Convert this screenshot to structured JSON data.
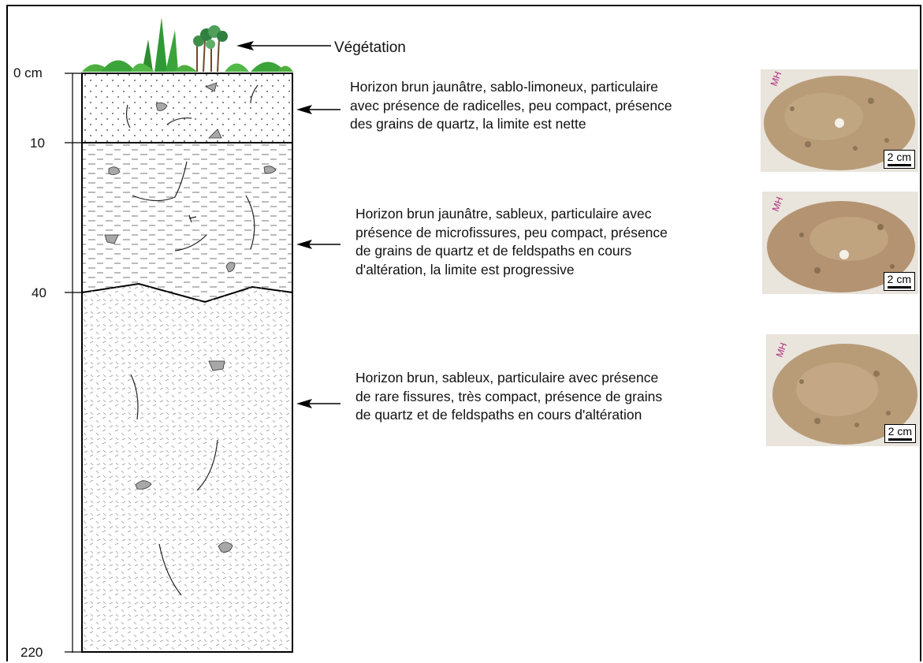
{
  "vegetation_label": "Végétation",
  "depths": {
    "d0": "0 cm",
    "d10": "10",
    "d40": "40",
    "d220": "220"
  },
  "horizons": [
    {
      "lines": [
        "Horizon brun jaunâtre, sablo-limoneux, particulaire",
        "avec présence de radicelles, peu compact, présence",
        "des grains de quartz, la limite est nette"
      ],
      "scale": "2 cm"
    },
    {
      "lines": [
        "Horizon brun jaunâtre, sableux, particulaire avec",
        "présence de microfissures, peu compact, présence",
        "de grains de quartz et de feldspaths en cours",
        "d'altération, la limite est progressive"
      ],
      "scale": "2 cm"
    },
    {
      "lines": [
        "Horizon brun, sableux, particulaire avec présence",
        "de rare fissures, très compact, présence de grains",
        "de quartz et de feldspaths en cours d'altération"
      ],
      "scale": "2 cm"
    }
  ],
  "colors": {
    "soil_photo": "#b89c78",
    "stone": "#a8a8a8",
    "vegetation": "#3aa43a"
  }
}
